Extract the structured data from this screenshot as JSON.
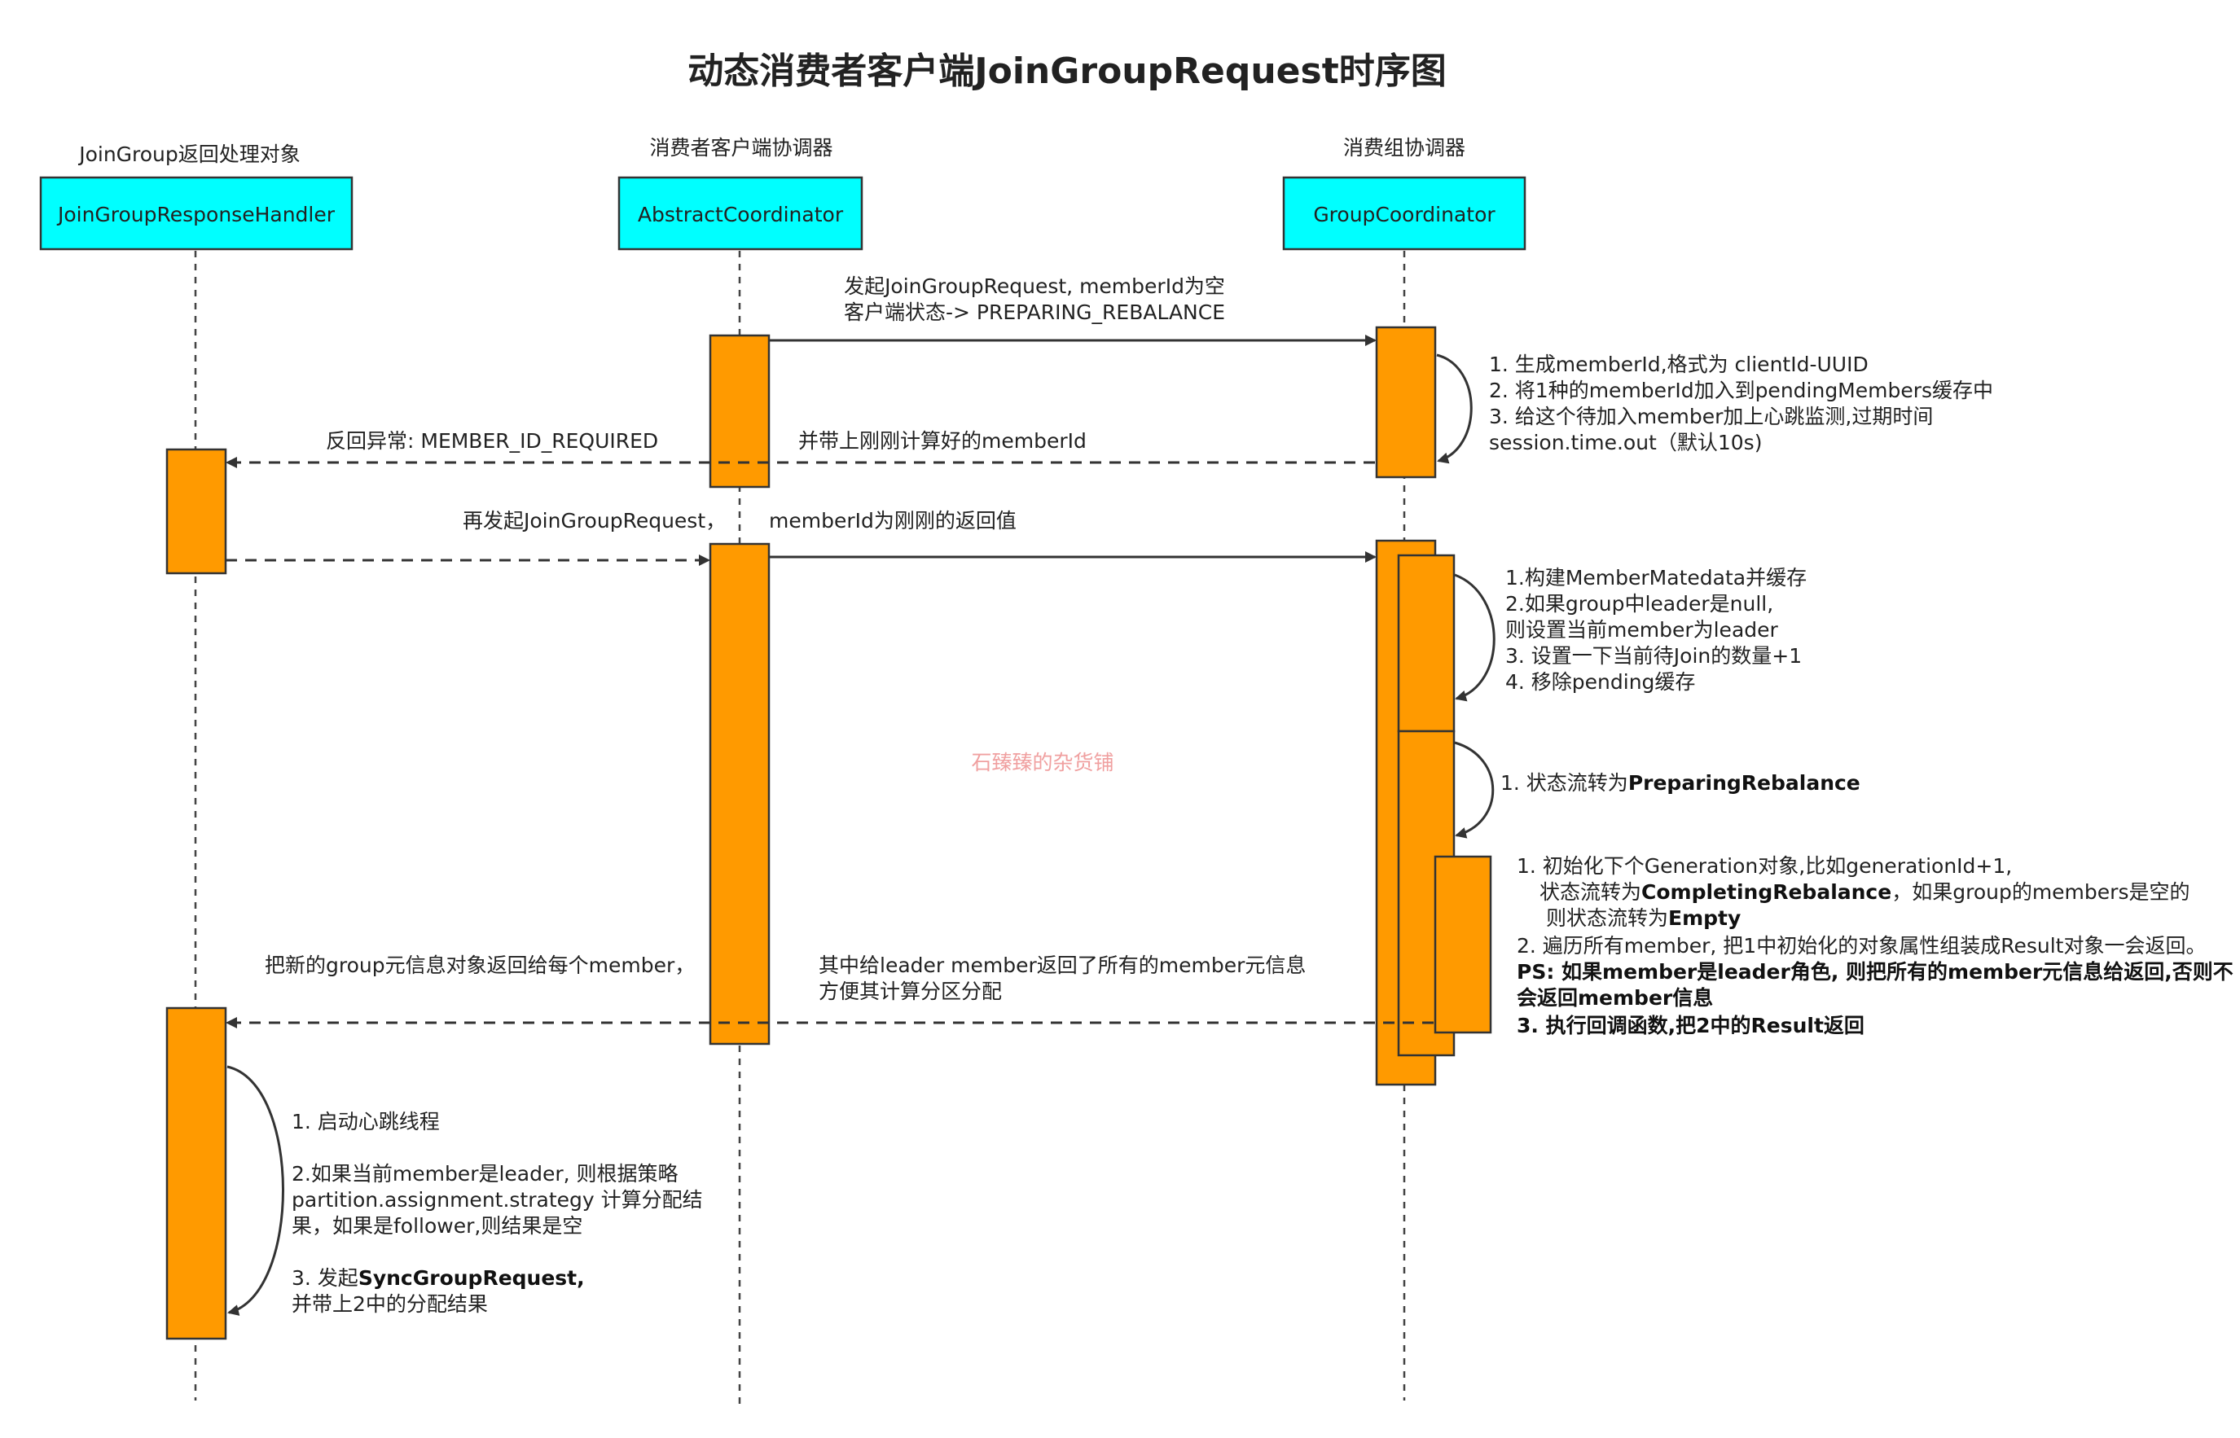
{
  "title": "动态消费者客户端JoinGroupRequest时序图",
  "watermark": "石臻臻的杂货铺",
  "actors": [
    {
      "caption": "JoinGroup返回处理对象",
      "name": "JoinGroupResponseHandler"
    },
    {
      "caption": "消费者客户端协调器",
      "name": "AbstractCoordinator"
    },
    {
      "caption": "消费组协调器",
      "name": "GroupCoordinator"
    }
  ],
  "messages": {
    "m1": [
      "发起JoinGroupRequest, memberId为空",
      "客户端状态-> PREPARING_REBALANCE"
    ],
    "m2a": "反回异常: MEMBER_ID_REQUIRED",
    "m2b": "并带上刚刚计算好的memberId",
    "m3a": "再发起JoinGroupRequest，",
    "m3b": "memberId为刚刚的返回值",
    "m4a": "把新的group元信息对象返回给每个member，",
    "m4b": [
      "其中给leader member返回了所有的member元信息",
      "方便其计算分区分配"
    ]
  },
  "notes": {
    "n1": [
      "1. 生成memberId,格式为 clientId-UUID",
      "2. 将1种的memberId加入到pendingMembers缓存中",
      "3. 给这个待加入member加上心跳监测,过期时间",
      "session.time.out（默认10s)"
    ],
    "n2": [
      "1.构建MemberMatedata并缓存",
      "2.如果group中leader是null,",
      "则设置当前member为leader",
      "3. 设置一下当前待Join的数量+1",
      "4. 移除pending缓存"
    ],
    "n3": {
      "prefix": "1. 状态流转为",
      "bold": "PreparingRebalance"
    },
    "n4": {
      "l1": "1. 初始化下个Generation对象,比如generationId+1,",
      "l2_prefix": "状态流转为",
      "l2_bold": "CompletingRebalance",
      "l2_suffix": "，如果group的members是空的",
      "l3_prefix": "则状态流转为",
      "l3_bold": "Empty",
      "l4": "2. 遍历所有member, 把1中初始化的对象属性组装成Result对象一会返回。",
      "l5": "PS: 如果member是leader角色, 则把所有的member元信息给返回,否则不",
      "l6": "会返回member信息",
      "l7": "3. 执行回调函数,把2中的Result返回"
    },
    "n5": {
      "l1": "1. 启动心跳线程",
      "l2": "2.如果当前member是leader, 则根据策略",
      "l3": "partition.assignment.strategy 计算分配结",
      "l4": "果，如果是follower,则结果是空",
      "l5_prefix": "3. 发起",
      "l5_bold": "SyncGroupRequest,",
      "l6": "并带上2中的分配结果"
    }
  },
  "colors": {
    "actor_fill": "#00ffff",
    "activation_fill": "#ff9a00",
    "line": "#333333",
    "watermark": "#f0a0a0"
  }
}
